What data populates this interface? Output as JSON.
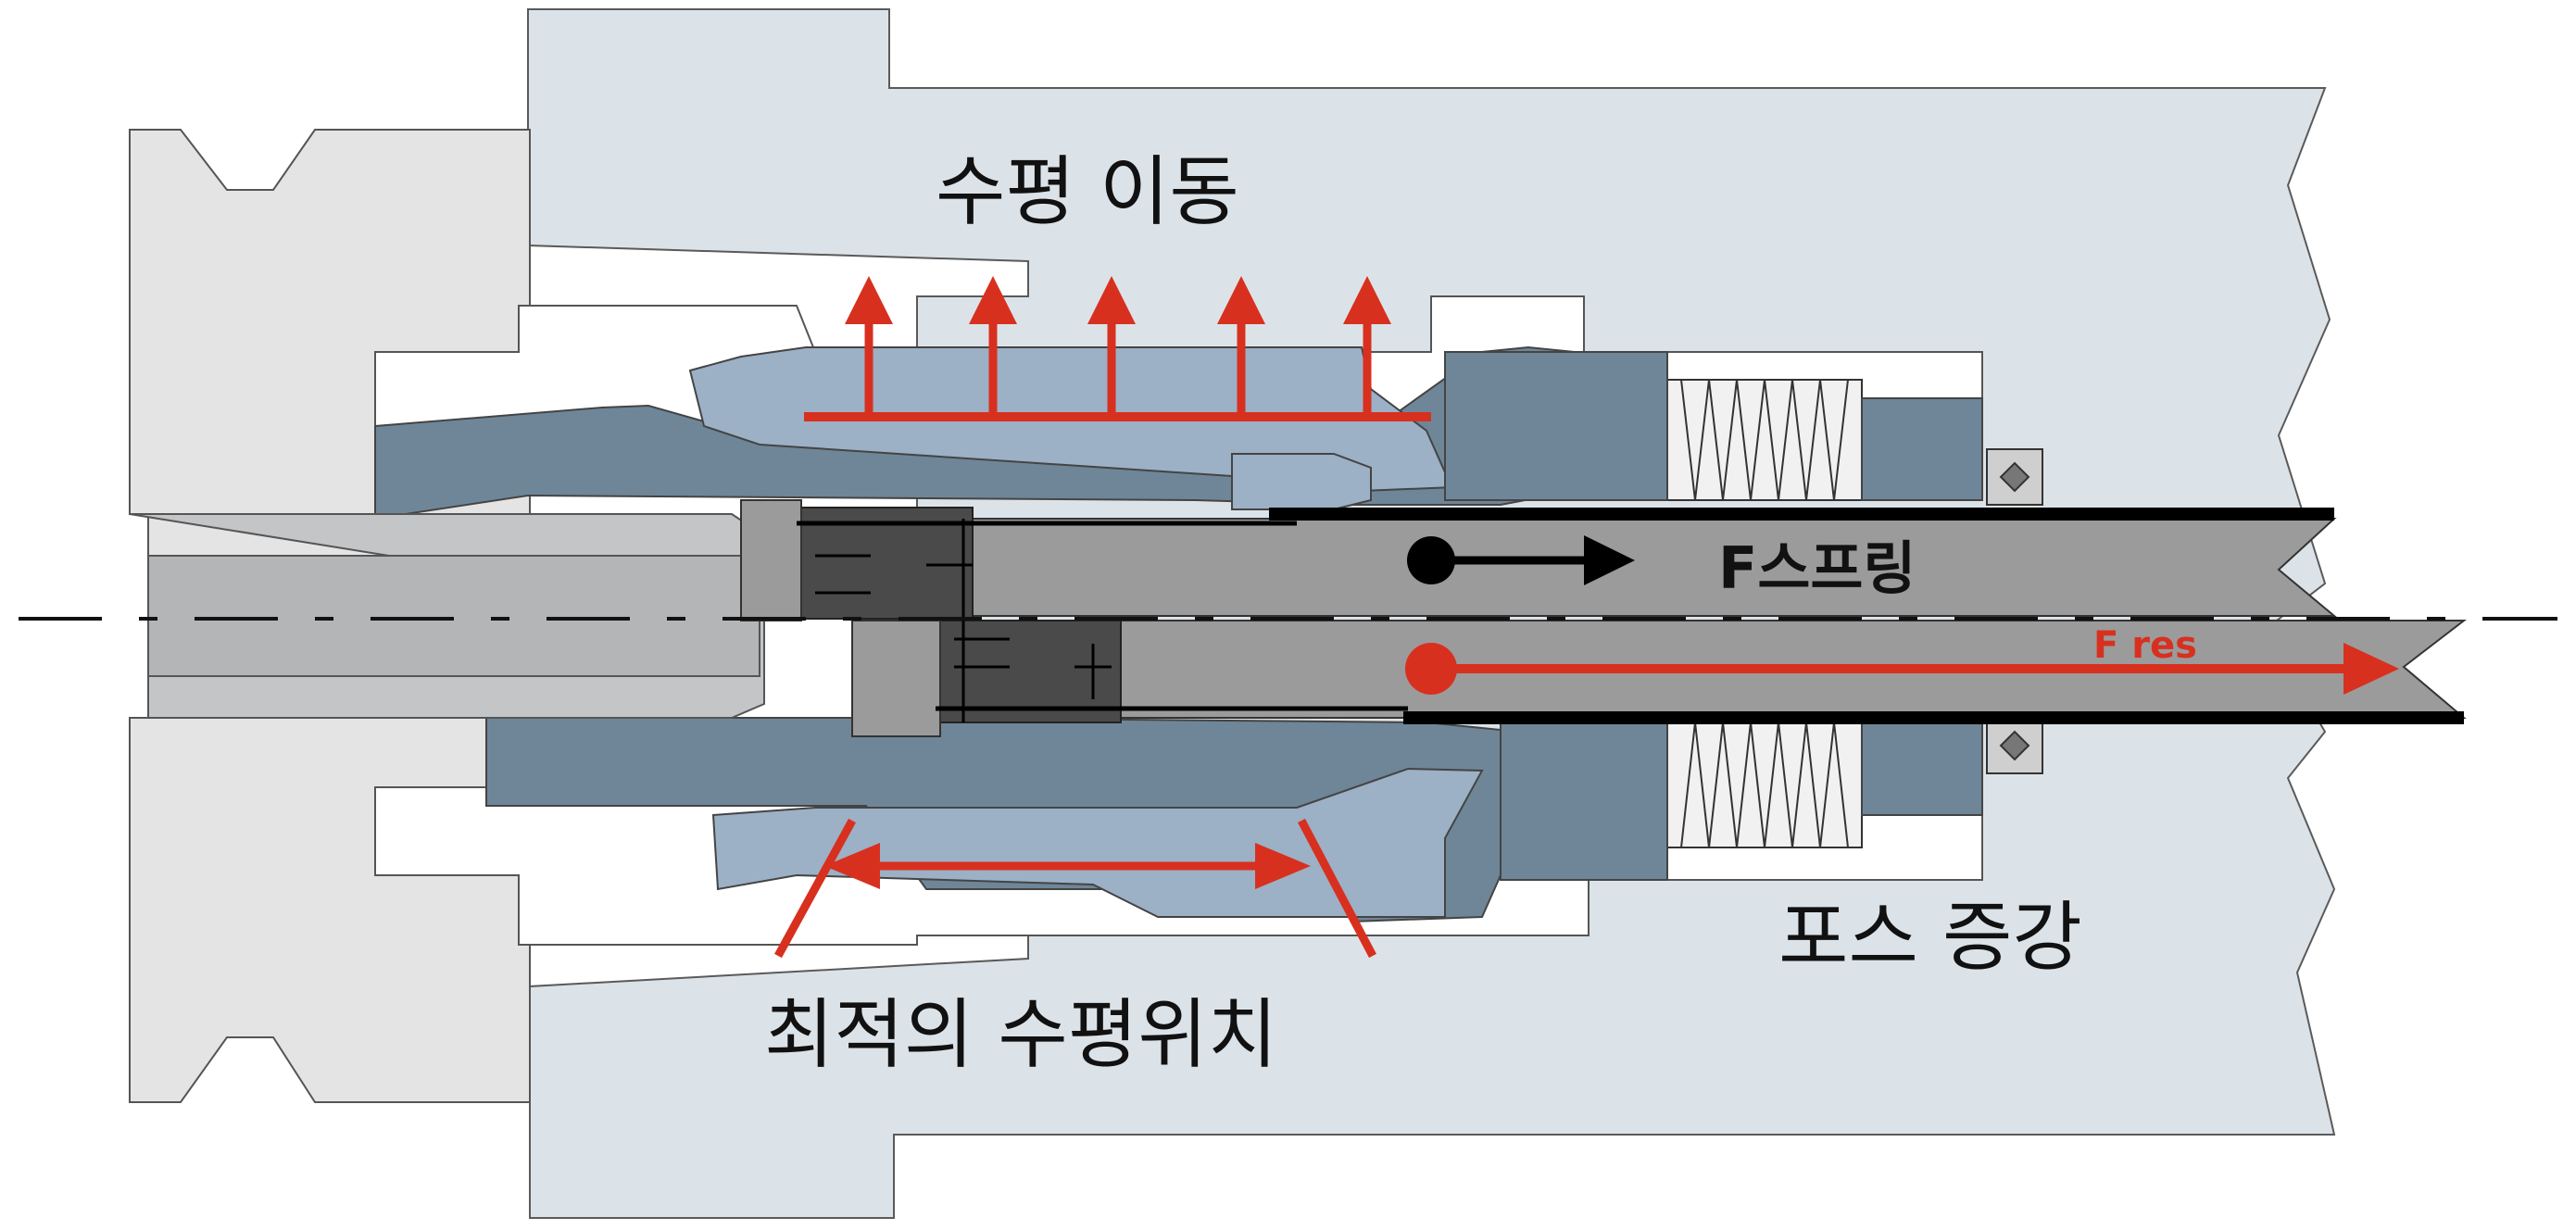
{
  "labels": {
    "horizontal_move": "수평 이동",
    "force_spring": "F스프링",
    "force_res": "F res",
    "force_increase": "포스 증강",
    "optimal_position": "최적의 수평위치"
  },
  "colors": {
    "arrow_red": "#d8301f",
    "arrow_black": "#111111",
    "housing_light": "#dce3e8",
    "collar_gray": "#e4e4e4",
    "clamp_light_blue": "#9cb0c6",
    "clamp_dark_blue": "#6f8698",
    "shaft_gray": "#9b9b9b",
    "plunger_dark": "#4a4a4a"
  },
  "icons": {
    "horizontal_arrows": "up-arrow-icon",
    "force_arrow": "right-arrow-icon",
    "dimension_arrow": "double-arrow-icon"
  }
}
